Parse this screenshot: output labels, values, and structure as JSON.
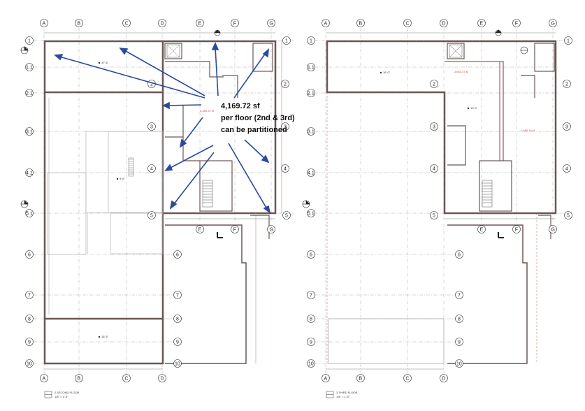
{
  "callout": {
    "line1": "4,169.72 sf",
    "line2": "per floor (2nd & 3rd)",
    "line3": "can be partitioned"
  },
  "left_plan": {
    "title": "2 SECOND FLOOR",
    "scale": "1/8\" = 1'-0\"",
    "col_labels": [
      "A",
      "B",
      "C",
      "D",
      "E",
      "F",
      "G"
    ],
    "row_labels": [
      "1",
      "1.1",
      "2.1",
      "3.1",
      "4.1",
      "5.1",
      "6",
      "7",
      "8",
      "9",
      "10"
    ],
    "inner_rows": [
      "2",
      "3",
      "4",
      "5"
    ],
    "core_area": "4,169.72 sf"
  },
  "right_plan": {
    "title": "3 THIRD FLOOR",
    "scale": "1/8\" = 1'-0\"",
    "col_labels": [
      "A",
      "B",
      "C",
      "D",
      "E",
      "F",
      "G"
    ],
    "row_labels": [
      "1",
      "1.1",
      "2.1",
      "3.1",
      "4.1",
      "5.1",
      "6",
      "7",
      "8",
      "9",
      "10"
    ],
    "inner_rows": [
      "2",
      "3",
      "4",
      "5"
    ],
    "area_a": "2,643.37 sf",
    "area_b": "1,480.16 sf"
  },
  "colors": {
    "arrow": "#2a4a9c",
    "wall": "#6b5656",
    "partition": "#c0504d"
  }
}
